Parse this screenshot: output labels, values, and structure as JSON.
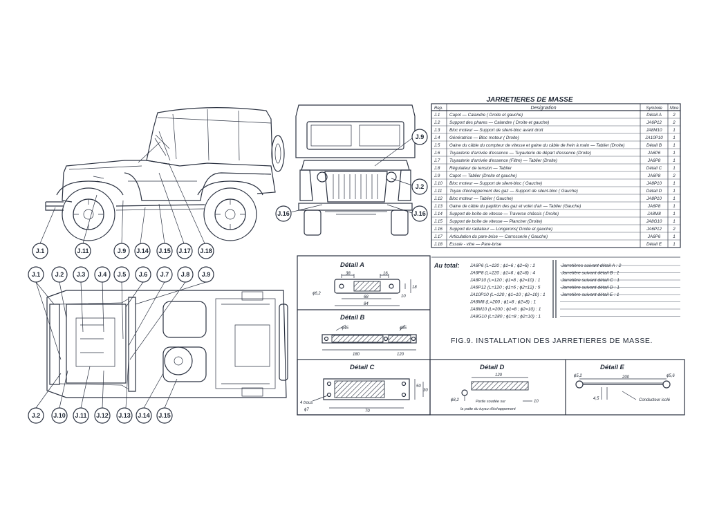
{
  "table": {
    "title": "JARRETIERES DE MASSE",
    "headers": {
      "rep": "Rep.",
      "designation": "Designation",
      "symbole": "Symbole",
      "nbre": "Nbre"
    },
    "rows": [
      {
        "rep": "J.1",
        "designation": "Capot — Calandre ( Droite et gauche)",
        "symbole": "Détail A",
        "nbre": "2"
      },
      {
        "rep": "J.2",
        "designation": "Support des phares — Calandre ( Droite et gauche)",
        "symbole": "JA6P12",
        "nbre": "2"
      },
      {
        "rep": "J.3",
        "designation": "Bloc moteur — Support de silent-bloc avant droit",
        "symbole": "JA8M10",
        "nbre": "1"
      },
      {
        "rep": "J.4",
        "designation": "Génératrice — Bloc moteur ( Droite)",
        "symbole": "JA10P10",
        "nbre": "1"
      },
      {
        "rep": "J.5",
        "designation": "Gaine du câble du compteur de vitesse et gaine du câble de frein à main — Tablier (Droite)",
        "symbole": "Détail B",
        "nbre": "1"
      },
      {
        "rep": "J.6",
        "designation": "Tuyauterie d'arrivée d'essence — Tuyauterie de départ d'essence (Droite)",
        "symbole": "JA6P6",
        "nbre": "1"
      },
      {
        "rep": "J.7",
        "designation": "Tuyauterie d'arrivée d'essence (Filtre) — Tablier (Droite)",
        "symbole": "JA6P8",
        "nbre": "1"
      },
      {
        "rep": "J.8",
        "designation": "Régulateur de tension — Tablier",
        "symbole": "Détail C",
        "nbre": "1"
      },
      {
        "rep": "J.9",
        "designation": "Capot — Tablier (Droite et gauche)",
        "symbole": "JA6P8",
        "nbre": "2"
      },
      {
        "rep": "J.10",
        "designation": "Bloc moteur — Support de silent-bloc ( Gauche)",
        "symbole": "JA8P10",
        "nbre": "1"
      },
      {
        "rep": "J.11",
        "designation": "Tuyau d'échappement des gaz — Support de silent-bloc ( Gauche)",
        "symbole": "Détail D",
        "nbre": "1"
      },
      {
        "rep": "J.12",
        "designation": "Bloc moteur — Tablier ( Gauche)",
        "symbole": "JA8P10",
        "nbre": "1"
      },
      {
        "rep": "J.13",
        "designation": "Gaine de câble du papillon des gaz et volet d'air — Tablier (Gauche)",
        "symbole": "JA6P8",
        "nbre": "1"
      },
      {
        "rep": "J.14",
        "designation": "Support de boîte de vitesse — Traverse châssis ( Droite)",
        "symbole": "JA8M8",
        "nbre": "1"
      },
      {
        "rep": "J.15",
        "designation": "Support de boîte de vitesse — Plancher (Droite)",
        "symbole": "JA8G10",
        "nbre": "1"
      },
      {
        "rep": "J.16",
        "designation": "Support du radiateur — Longerons( Droite et gauche)",
        "symbole": "JA6P12",
        "nbre": "2"
      },
      {
        "rep": "J.17",
        "designation": "Articulation du pare-brise — Carrosserie ( Gauche)",
        "symbole": "JA6P6",
        "nbre": "1"
      },
      {
        "rep": "J.18",
        "designation": "Essuie - vitre — Pare-brise",
        "symbole": "Détail E",
        "nbre": "1"
      }
    ]
  },
  "summary": {
    "label": "Au total:",
    "left": [
      "JA6P6 (L=120 ; ϕ1=6 ; ϕ2=6) : 2",
      "JA6P8 (L=120 ; ϕ1=6 ; ϕ2=8) : 4",
      "JA8P10 (L=120 ; ϕ1=8 ; ϕ2=10) : 1",
      "JA6P12 (L=120 ; ϕ1=6 ; ϕ2=12) : 5",
      "JA10P10 (L=120 ; ϕ1=10 ; ϕ2=10) : 1",
      "JA8M8 (L=200 ; ϕ1=8 ; ϕ2=8) : 1",
      "JA8M10 (L=200 ; ϕ1=8 ; ϕ2=10) : 1",
      "JA8G10 (L=280 ; ϕ1=8 ; ϕ2=10) : 1"
    ],
    "right": [
      "Jarretières suivant détail A : 2",
      "Jarretière suivant détail B : 1",
      "Jarretière suivant détail C : 1",
      "Jarretière suivant détail D : 1",
      "Jarretière suivant détail E : 1"
    ]
  },
  "figure_caption": "FIG.9. INSTALLATION DES JARRETIERES DE MASSE.",
  "details": {
    "a": {
      "title": "Détail A",
      "dims": [
        "38",
        "16",
        "ϕ6,2",
        "68",
        "84",
        "18",
        "10"
      ]
    },
    "b": {
      "title": "Détail B",
      "dims": [
        "ϕ45",
        "ϕ55",
        "180",
        "120"
      ]
    },
    "c": {
      "title": "Détail C",
      "dims": [
        "4 trous",
        "ϕ7",
        "70",
        "50",
        "30"
      ]
    },
    "d": {
      "title": "Détail D",
      "dims": [
        "120",
        "ϕ8,2",
        "10"
      ],
      "note1": "Partie soudée sur",
      "note2": "la patte du tuyau d'échappement"
    },
    "e": {
      "title": "Détail E",
      "dims": [
        "ϕ5,2",
        "200",
        "ϕ5,6",
        "4,5"
      ],
      "note": "Conducteur isolé"
    }
  },
  "callouts": {
    "side": [
      "J.1",
      "J.11",
      "J.9",
      "J.14",
      "J.15",
      "J.17",
      "J.18"
    ],
    "front": [
      "J.9",
      "J.2",
      "J.16",
      "J.16"
    ],
    "top_upper": [
      "J.1",
      "J.2",
      "J.3",
      "J.4",
      "J.5",
      "J.6",
      "J.7",
      "J.8",
      "J.9"
    ],
    "top_lower": [
      "J.2",
      "J.10",
      "J.11",
      "J.12",
      "J.13",
      "J.14",
      "J.15"
    ]
  }
}
